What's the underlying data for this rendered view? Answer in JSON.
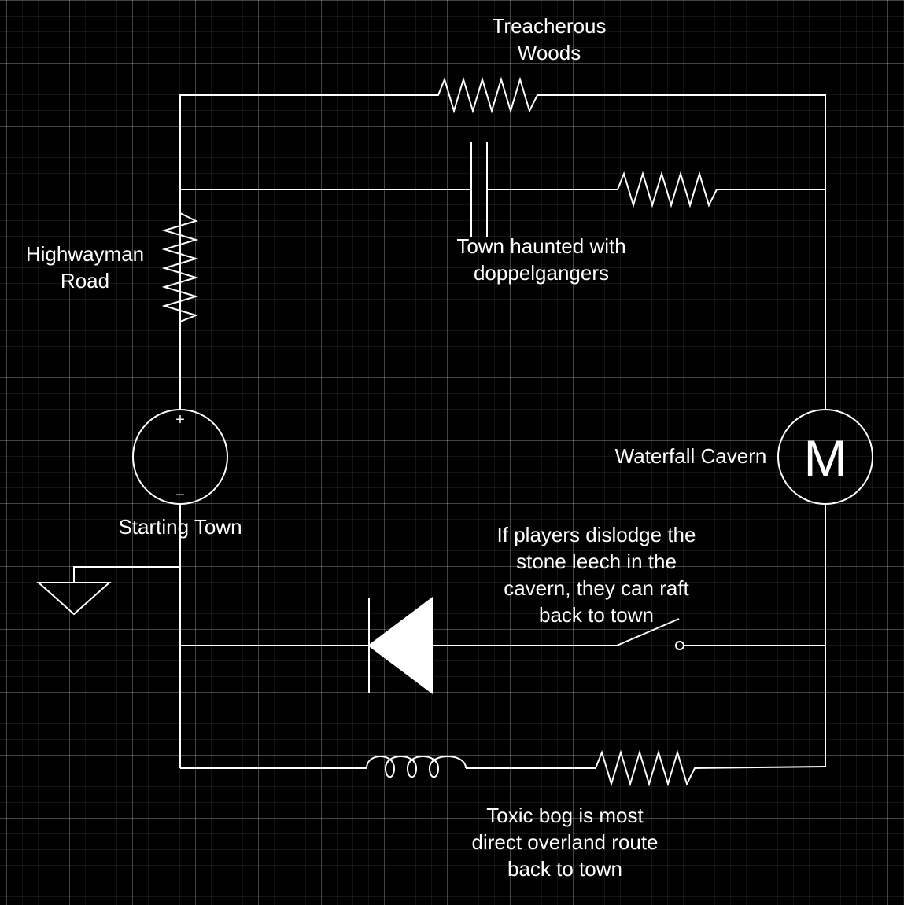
{
  "labels": {
    "treacherous_woods": [
      "Treacherous",
      "Woods"
    ],
    "highwayman_road": [
      "Highwayman",
      "Road"
    ],
    "haunted_town": [
      "Town haunted with",
      "doppelgangers"
    ],
    "starting_town": "Starting Town",
    "waterfall_cavern": "Waterfall Cavern",
    "raft_note": [
      "If players dislodge the",
      "stone leech in the",
      "cavern, they can raft",
      "back to town"
    ],
    "toxic_bog": [
      "Toxic bog is most",
      "direct overland route",
      "back to town"
    ]
  },
  "symbols": {
    "battery_plus": "+",
    "battery_minus": "−",
    "motor_letter": "M"
  },
  "colors": {
    "background": "#000000",
    "stroke": "#ffffff",
    "text": "#ffffff"
  }
}
